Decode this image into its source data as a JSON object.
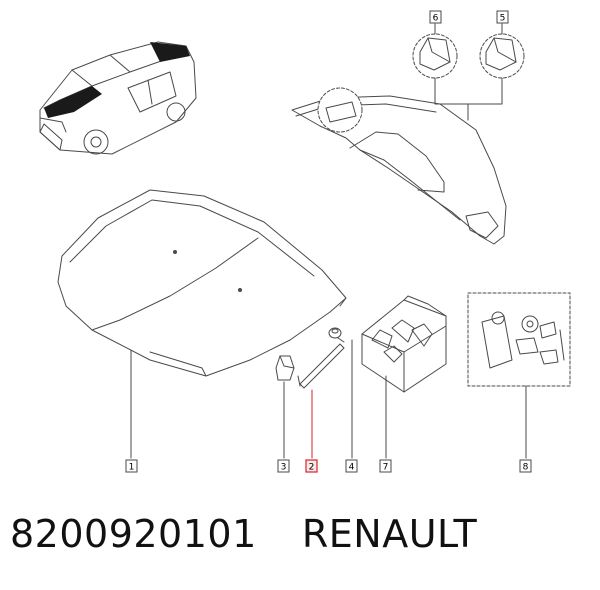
{
  "part_number": "8200920101",
  "brand": "RENAULT",
  "callouts": [
    "1",
    "2",
    "3",
    "4",
    "5",
    "6",
    "7",
    "8"
  ],
  "highlight_color": "#d6242a",
  "line_color": "#4a4a4a"
}
